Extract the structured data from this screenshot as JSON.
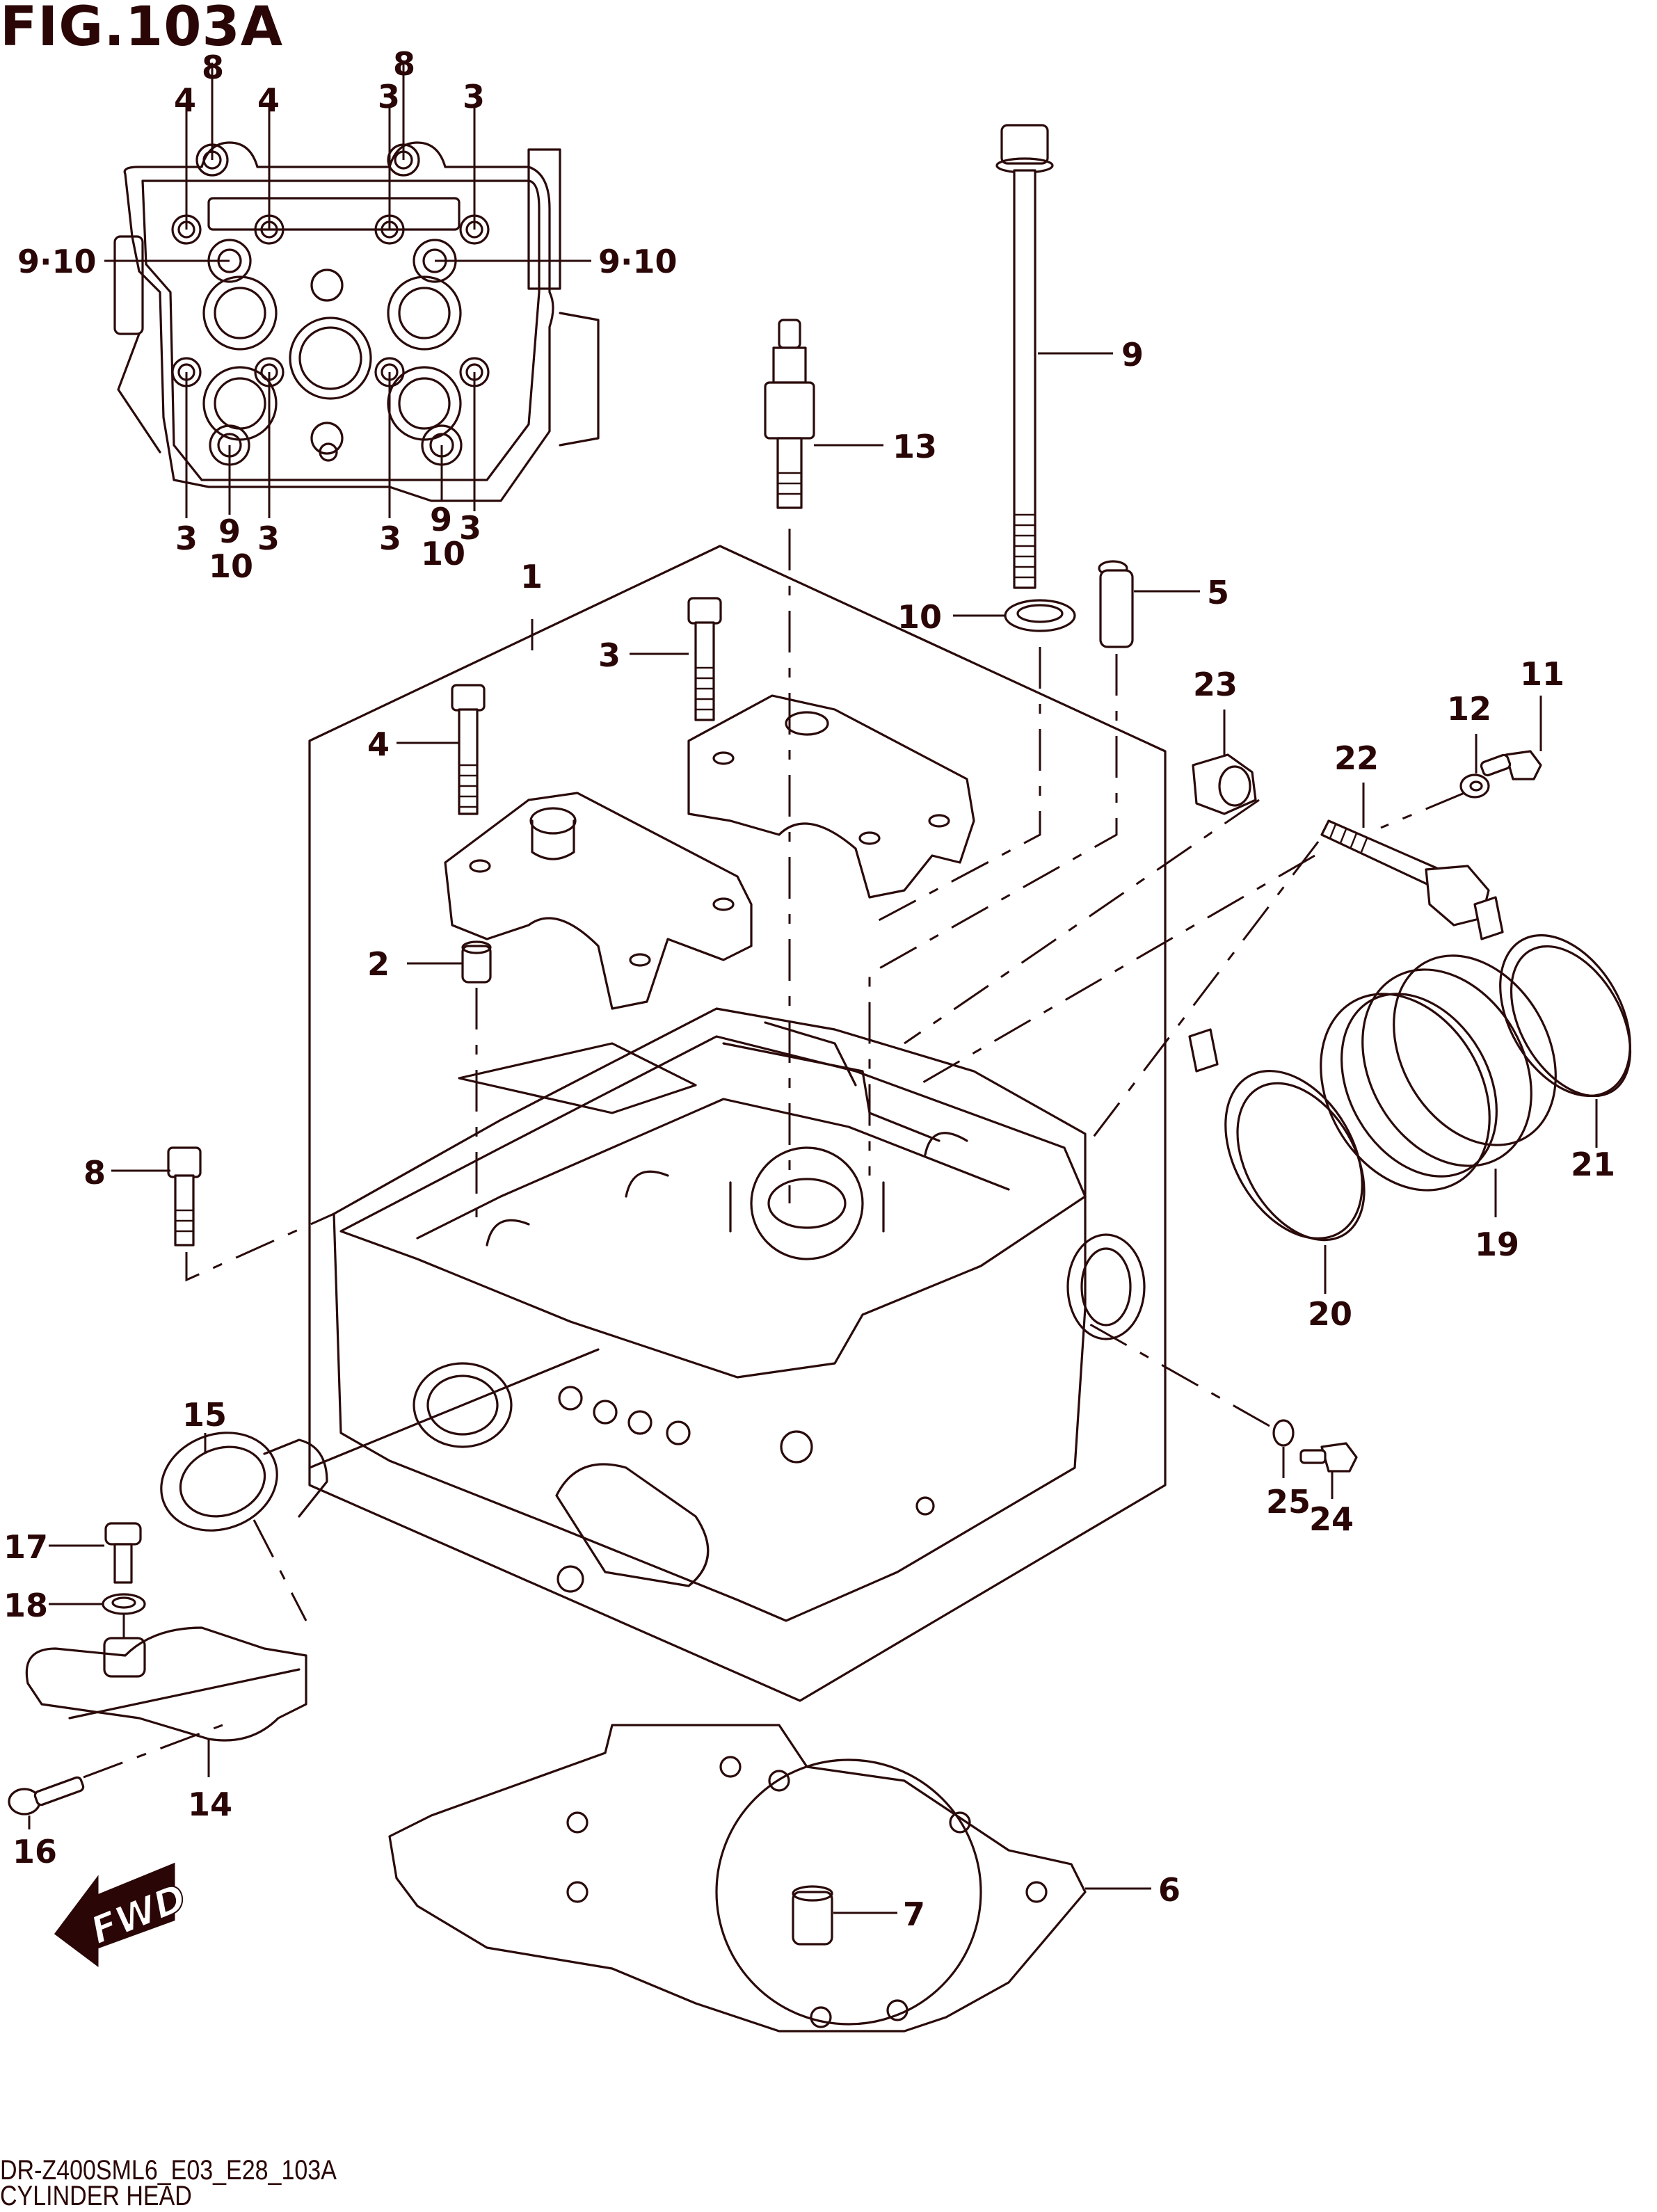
{
  "figure": {
    "title": "FIG.103A",
    "model_code": "DR-Z400SML6_E03_E28_103A",
    "section_name": "CYLINDER HEAD",
    "direction_indicator": "FWD"
  },
  "inset_top_view": {
    "callouts": [
      {
        "id": "inset-8-left",
        "label": "8"
      },
      {
        "id": "inset-8-right",
        "label": "8"
      },
      {
        "id": "inset-4-a",
        "label": "4"
      },
      {
        "id": "inset-4-b",
        "label": "4"
      },
      {
        "id": "inset-3-a",
        "label": "3"
      },
      {
        "id": "inset-3-b",
        "label": "3"
      },
      {
        "id": "inset-910-left",
        "label": "9·10"
      },
      {
        "id": "inset-910-right",
        "label": "9·10"
      },
      {
        "id": "inset-3-c",
        "label": "3"
      },
      {
        "id": "inset-9-left",
        "label": "9"
      },
      {
        "id": "inset-10-left",
        "label": "10"
      },
      {
        "id": "inset-3-d",
        "label": "3"
      },
      {
        "id": "inset-3-e",
        "label": "3"
      },
      {
        "id": "inset-9-right",
        "label": "9"
      },
      {
        "id": "inset-10-right",
        "label": "10"
      },
      {
        "id": "inset-3-f",
        "label": "3"
      }
    ]
  },
  "parts": [
    {
      "ref": "1",
      "name": "cylinder-head-assembly"
    },
    {
      "ref": "2",
      "name": "dowel-pin"
    },
    {
      "ref": "3",
      "name": "camshaft-holder-bolt"
    },
    {
      "ref": "4",
      "name": "camshaft-holder-bolt-long"
    },
    {
      "ref": "5",
      "name": "oil-jet-plug"
    },
    {
      "ref": "6",
      "name": "cylinder-head-gasket"
    },
    {
      "ref": "7",
      "name": "dowel-pin-lower"
    },
    {
      "ref": "8",
      "name": "cylinder-head-bolt-side"
    },
    {
      "ref": "9",
      "name": "cylinder-head-stud-bolt"
    },
    {
      "ref": "10",
      "name": "washer"
    },
    {
      "ref": "11",
      "name": "bolt-small"
    },
    {
      "ref": "12",
      "name": "washer-small"
    },
    {
      "ref": "13",
      "name": "spark-plug"
    },
    {
      "ref": "14",
      "name": "thermostat-cover"
    },
    {
      "ref": "15",
      "name": "thermostat"
    },
    {
      "ref": "16",
      "name": "cover-bolt"
    },
    {
      "ref": "17",
      "name": "bolt"
    },
    {
      "ref": "18",
      "name": "washer-lower"
    },
    {
      "ref": "19",
      "name": "intake-pipe"
    },
    {
      "ref": "20",
      "name": "clamp-inner"
    },
    {
      "ref": "21",
      "name": "clamp-outer"
    },
    {
      "ref": "22",
      "name": "intake-stud-bolt"
    },
    {
      "ref": "23",
      "name": "nut-collar"
    },
    {
      "ref": "24",
      "name": "plug-bolt"
    },
    {
      "ref": "25",
      "name": "gasket-washer"
    }
  ]
}
